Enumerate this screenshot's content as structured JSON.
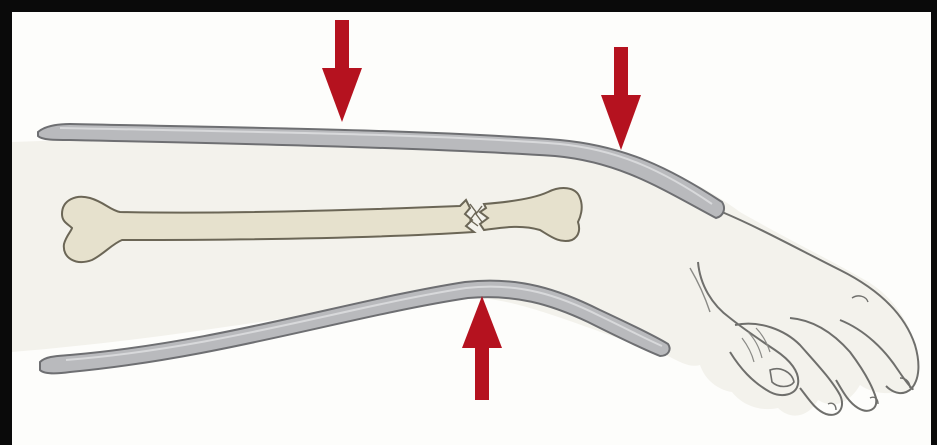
{
  "figure": {
    "subject": "forearm-splint-three-point-pressure",
    "colors": {
      "background": "#fdfdfb",
      "frame": "#0a0a0a",
      "skin": "#f3f2ec",
      "skin_outline": "#6f6f6c",
      "splint": "#b9babd",
      "splint_highlight": "#d8d9db",
      "splint_outline": "#6e6f72",
      "bone": "#e6e1cd",
      "bone_outline": "#6b6656",
      "arrow": "#b5121f"
    },
    "parts": [
      "forearm",
      "dorsal-splint",
      "volar-splint",
      "fractured-radius",
      "hand",
      "pressure-arrows"
    ],
    "arrows": [
      {
        "id": "arrow-top-forearm",
        "direction": "down"
      },
      {
        "id": "arrow-top-wrist",
        "direction": "down"
      },
      {
        "id": "arrow-bottom-fracture",
        "direction": "up"
      }
    ]
  }
}
